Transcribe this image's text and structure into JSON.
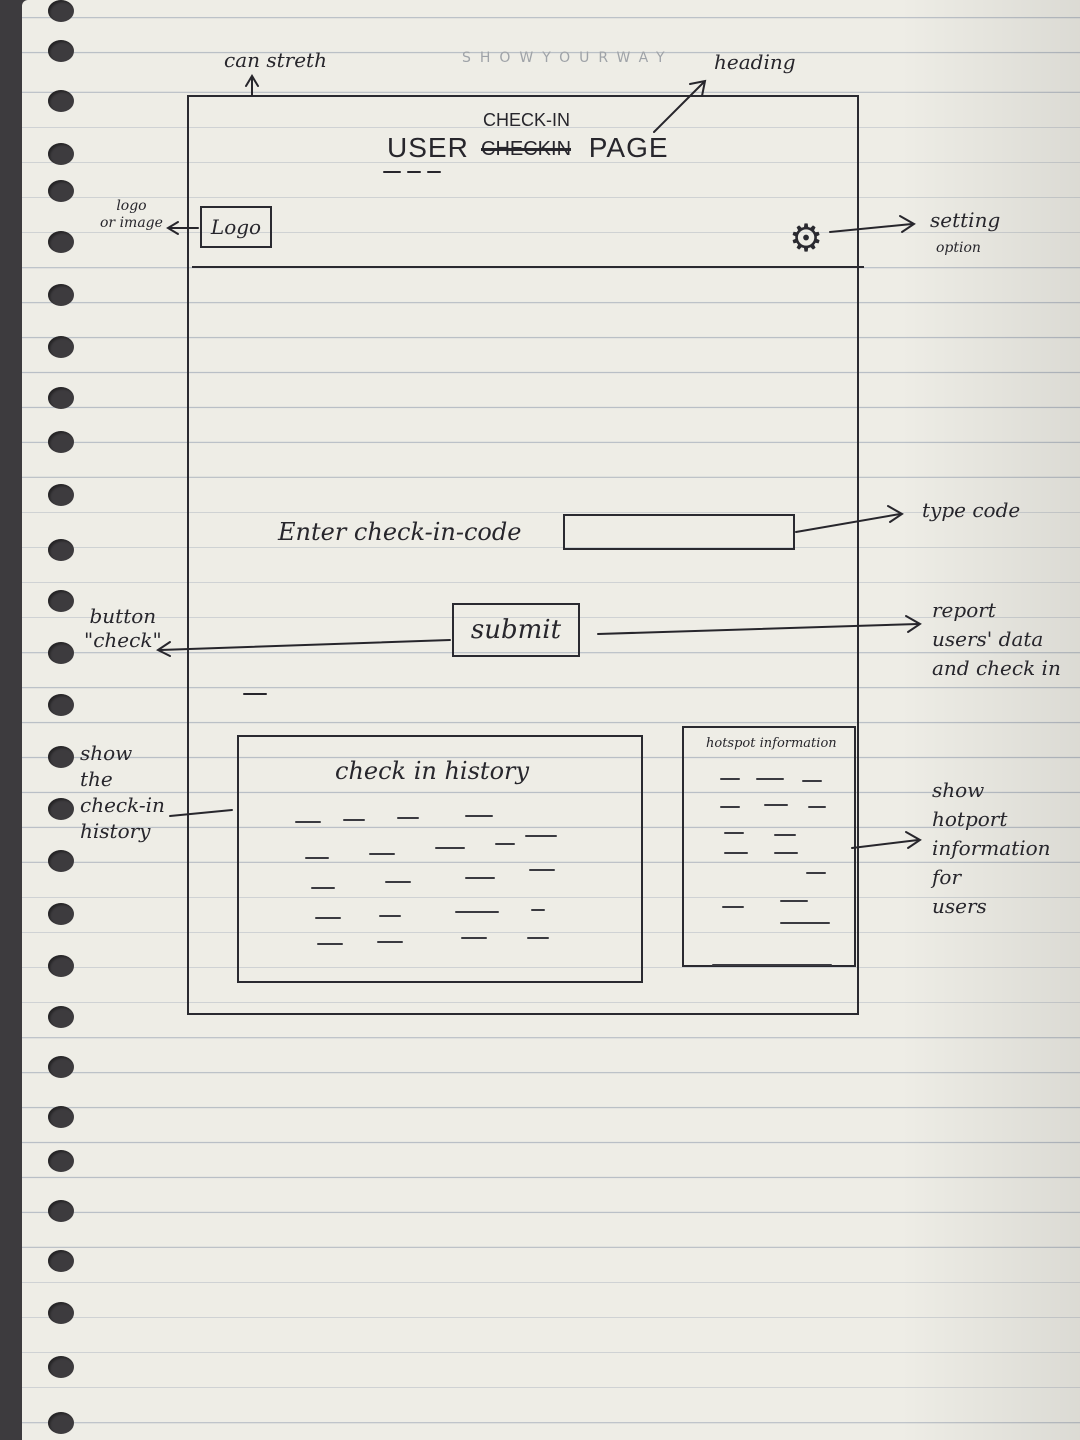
{
  "brand_watermark": "SHOWYOURWAY",
  "page": {
    "heading_left": "USER",
    "heading_correction": "CHECK-IN",
    "heading_struck": "CHECKIN",
    "heading_right": "PAGE"
  },
  "header": {
    "logo_label": "Logo",
    "settings_icon": "gear-icon"
  },
  "checkin_form": {
    "code_label": "Enter check-in-code",
    "code_value": "",
    "submit_label": "submit"
  },
  "panels": {
    "history_title": "check in history",
    "hotspot_title": "hotspot information"
  },
  "annotations": {
    "stretch": "can streth",
    "heading": "heading",
    "logo": "logo\nor image",
    "setting": "setting",
    "setting_sub": "option",
    "type_code": "type code",
    "button_check": "button\n\"check\"",
    "report": "report\nusers' data\nand check in",
    "show_history": "show\nthe\ncheck-in\nhistory",
    "show_hotspot": "show\nhotport\ninformation\nfor\nusers"
  },
  "colors": {
    "paper": "#eeede6",
    "ink": "#27262c",
    "rule_lines": "#b9bfc6",
    "background": "#3d3b3e"
  }
}
